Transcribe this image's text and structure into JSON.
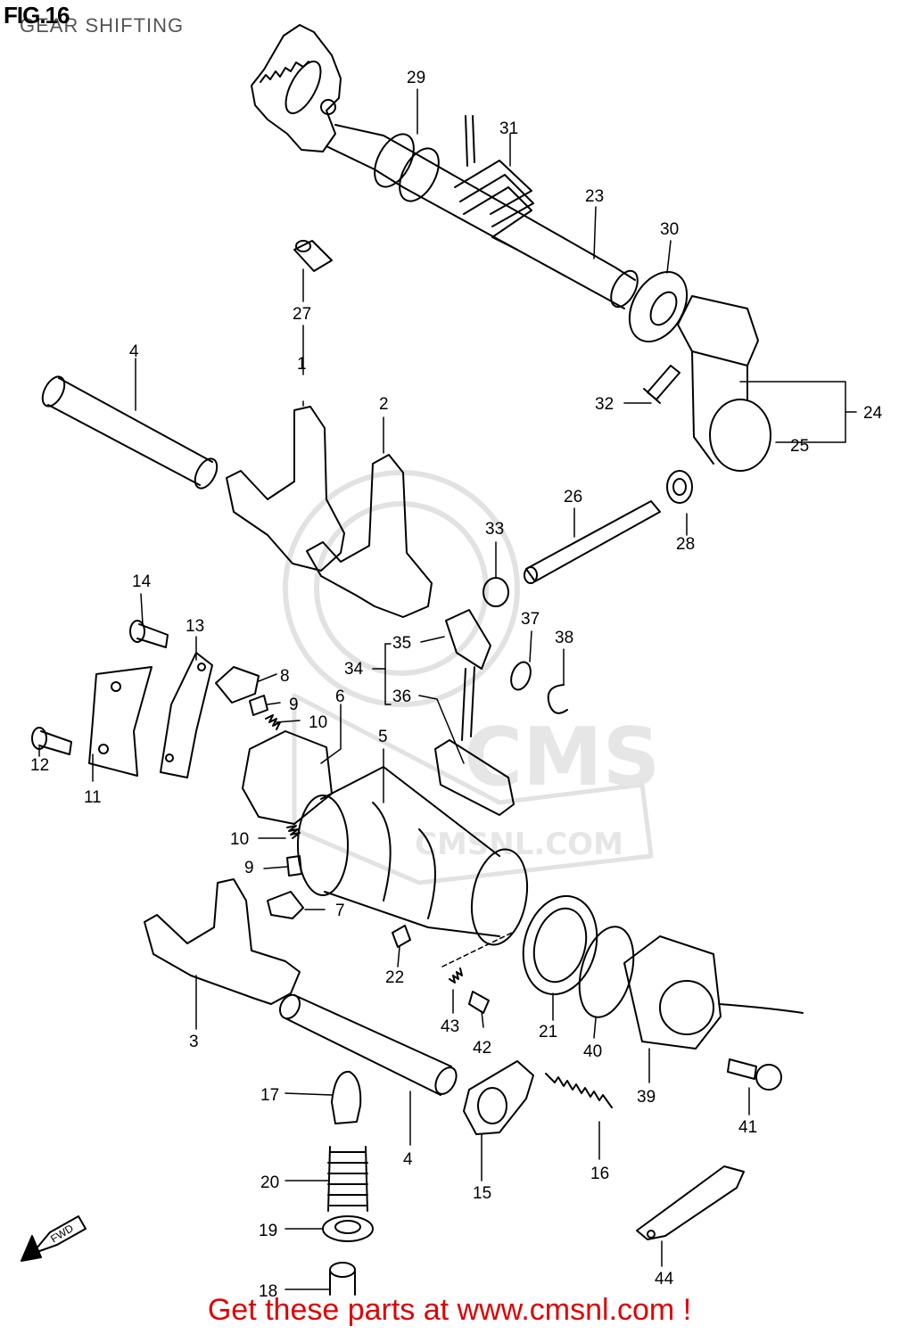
{
  "figure": {
    "title": "FIG.16",
    "subtitle": "GEAR SHIFTING"
  },
  "watermark": {
    "logo_text": "CMS",
    "site_text": "CMSNL.COM"
  },
  "direction_indicator": "FWD",
  "banner": "Get these parts at www.cmsnl.com !",
  "callouts": {
    "c1": "1",
    "c2": "2",
    "c3": "3",
    "c4a": "4",
    "c4b": "4",
    "c5": "5",
    "c6": "6",
    "c7": "7",
    "c8": "8",
    "c9a": "9",
    "c9b": "9",
    "c10a": "10",
    "c10b": "10",
    "c11": "11",
    "c12": "12",
    "c13": "13",
    "c14": "14",
    "c15": "15",
    "c16": "16",
    "c17": "17",
    "c18": "18",
    "c19": "19",
    "c20": "20",
    "c21": "21",
    "c22": "22",
    "c23": "23",
    "c24": "24",
    "c25": "25",
    "c26": "26",
    "c27": "27",
    "c28": "28",
    "c29": "29",
    "c30": "30",
    "c31": "31",
    "c32": "32",
    "c33": "33",
    "c34": "34",
    "c35": "35",
    "c36": "36",
    "c37": "37",
    "c38": "38",
    "c39": "39",
    "c40": "40",
    "c41": "41",
    "c42": "42",
    "c43": "43",
    "c44": "44"
  },
  "colors": {
    "line": "#000000",
    "banner": "#e00000",
    "watermark": "#e6e6e6"
  }
}
